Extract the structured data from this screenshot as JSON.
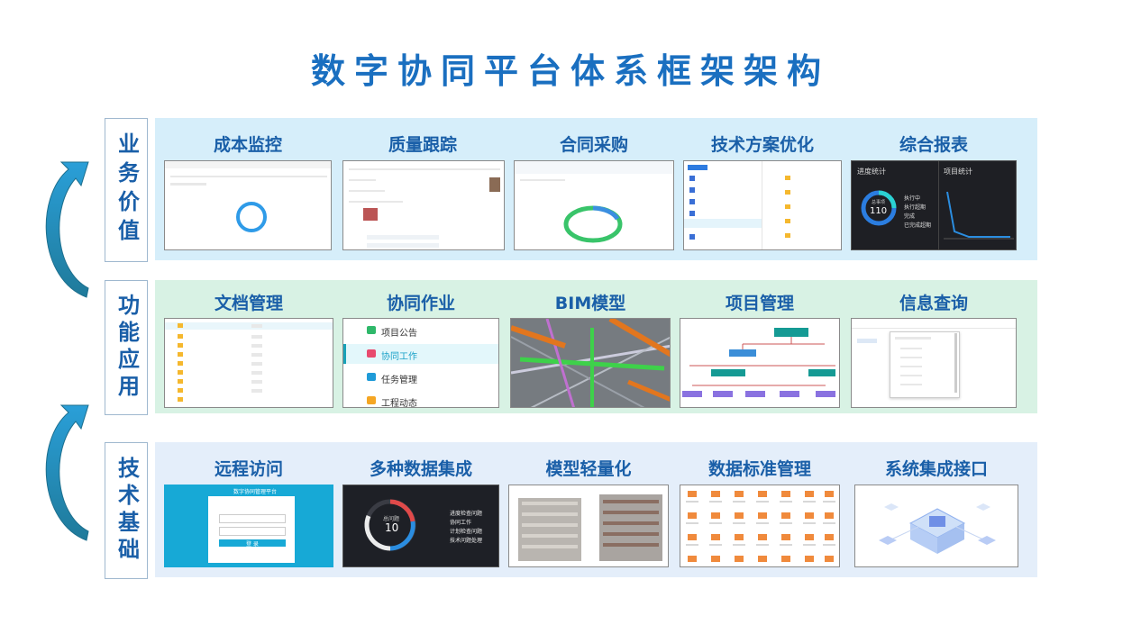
{
  "title": "数字协同平台体系框架架构",
  "layers": [
    {
      "label": "业务价值",
      "items": [
        {
          "title": "成本监控"
        },
        {
          "title": "质量跟踪"
        },
        {
          "title": "合同采购"
        },
        {
          "title": "技术方案优化"
        },
        {
          "title": "综合报表",
          "donut_value": "110",
          "donut_label": "总事项",
          "left_heading": "进度统计",
          "right_heading": "项目统计",
          "legend": [
            "执行中",
            "执行超期",
            "完成",
            "已完成超期"
          ]
        }
      ]
    },
    {
      "label": "功能应用",
      "items": [
        {
          "title": "文档管理"
        },
        {
          "title": "协同作业",
          "menu": [
            "项目公告",
            "协同工作",
            "任务管理",
            "工程动态"
          ]
        },
        {
          "title": "BIM模型"
        },
        {
          "title": "项目管理"
        },
        {
          "title": "信息查询"
        }
      ]
    },
    {
      "label": "技术基础",
      "items": [
        {
          "title": "远程访问",
          "login_header": "数字协同管理平台",
          "login_button": "登 录"
        },
        {
          "title": "多种数据集成",
          "donut_label": "总问题",
          "donut_value": "10",
          "legend": [
            "进度检查问题",
            "协同工作",
            "计划检查问题",
            "技术问题处理"
          ]
        },
        {
          "title": "模型轻量化"
        },
        {
          "title": "数据标准管理"
        },
        {
          "title": "系统集成接口"
        }
      ]
    }
  ],
  "colors": {
    "title": "#1a6fc0",
    "band_business": "#d6eefa",
    "band_function": "#d8f2e4",
    "band_tech": "#e4eefa",
    "arrow": "#2a8fd0"
  }
}
